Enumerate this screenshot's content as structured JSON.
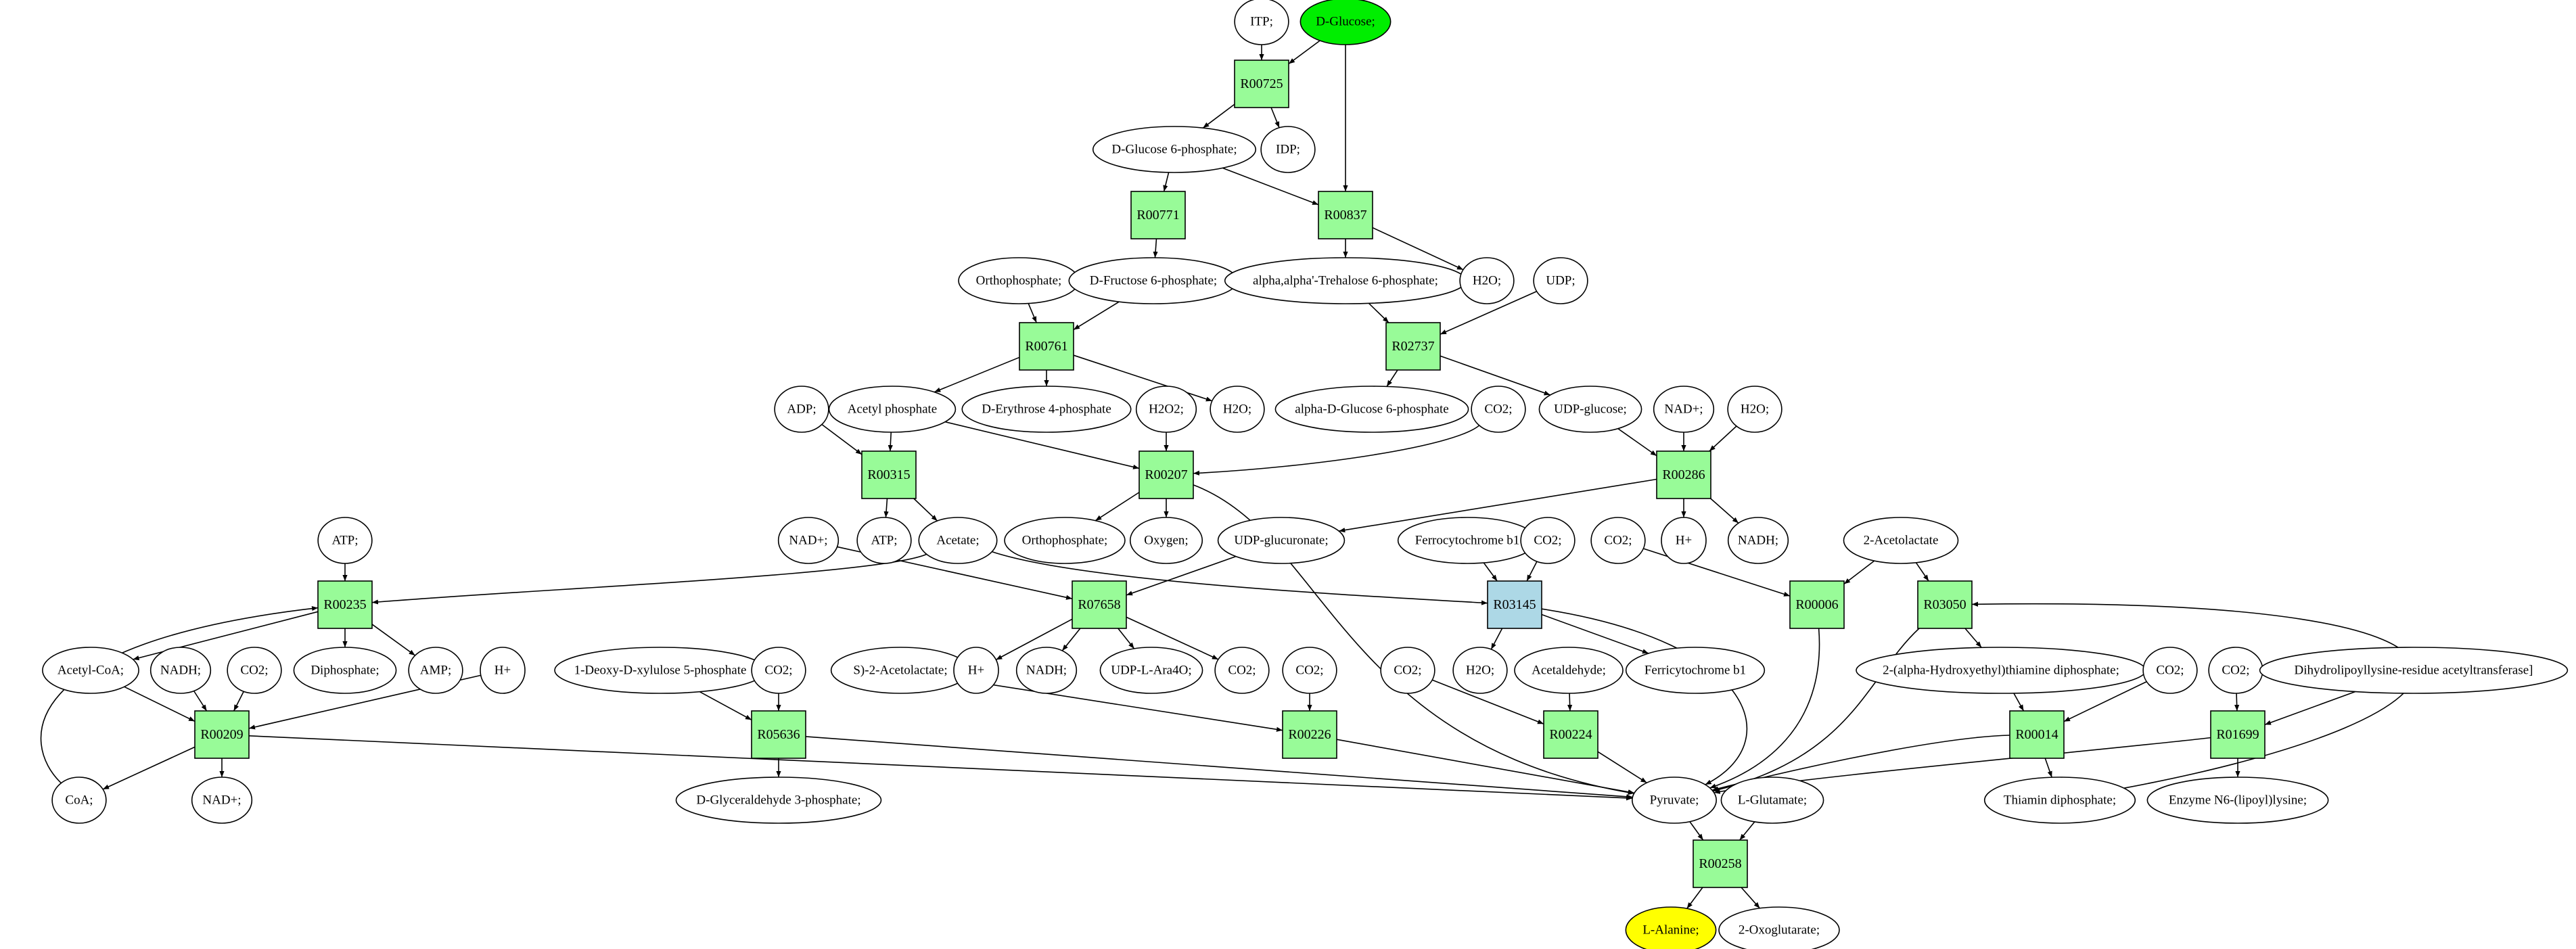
{
  "title": "Metabolic pathway graph: D-Glucose to L-Alanine",
  "colors": {
    "reaction": "#98fb98",
    "reaction_highlight": "#add8e6",
    "source": "#00ee00",
    "target": "#ffff00",
    "compound": "#ffffff",
    "edge": "#000000"
  },
  "reactions": [
    {
      "id": "R00725",
      "label": "R00725",
      "style": "reaction"
    },
    {
      "id": "R00771",
      "label": "R00771",
      "style": "reaction"
    },
    {
      "id": "R00837",
      "label": "R00837",
      "style": "reaction"
    },
    {
      "id": "R00761",
      "label": "R00761",
      "style": "reaction"
    },
    {
      "id": "R02737",
      "label": "R02737",
      "style": "reaction"
    },
    {
      "id": "R00315",
      "label": "R00315",
      "style": "reaction"
    },
    {
      "id": "R00207",
      "label": "R00207",
      "style": "reaction"
    },
    {
      "id": "R00286",
      "label": "R00286",
      "style": "reaction"
    },
    {
      "id": "R00235",
      "label": "R00235",
      "style": "reaction"
    },
    {
      "id": "R07658",
      "label": "R07658",
      "style": "reaction"
    },
    {
      "id": "R03145",
      "label": "R03145",
      "style": "reaction_highlight"
    },
    {
      "id": "R00006",
      "label": "R00006",
      "style": "reaction"
    },
    {
      "id": "R03050",
      "label": "R03050",
      "style": "reaction"
    },
    {
      "id": "R00209",
      "label": "R00209",
      "style": "reaction"
    },
    {
      "id": "R05636",
      "label": "R05636",
      "style": "reaction"
    },
    {
      "id": "R00226",
      "label": "R00226",
      "style": "reaction"
    },
    {
      "id": "R00224",
      "label": "R00224",
      "style": "reaction"
    },
    {
      "id": "R00014",
      "label": "R00014",
      "style": "reaction"
    },
    {
      "id": "R01699",
      "label": "R01699",
      "style": "reaction"
    },
    {
      "id": "R00258",
      "label": "R00258",
      "style": "reaction"
    }
  ],
  "compounds": [
    {
      "id": "itp",
      "label": "ITP;",
      "style": "compound"
    },
    {
      "id": "dglucose",
      "label": "D-Glucose;",
      "style": "source"
    },
    {
      "id": "g6p",
      "label": "D-Glucose 6-phosphate;",
      "style": "compound"
    },
    {
      "id": "idp",
      "label": "IDP;",
      "style": "compound"
    },
    {
      "id": "ortho1",
      "label": "Orthophosphate;",
      "style": "compound"
    },
    {
      "id": "f6p",
      "label": "D-Fructose 6-phosphate;",
      "style": "compound"
    },
    {
      "id": "tre6p",
      "label": "alpha,alpha'-Trehalose 6-phosphate;",
      "style": "compound"
    },
    {
      "id": "h2o_a",
      "label": "H2O;",
      "style": "compound"
    },
    {
      "id": "udp",
      "label": "UDP;",
      "style": "compound"
    },
    {
      "id": "adp",
      "label": "ADP;",
      "style": "compound"
    },
    {
      "id": "acetylp",
      "label": "Acetyl phosphate",
      "style": "compound"
    },
    {
      "id": "e4p",
      "label": "D-Erythrose 4-phosphate",
      "style": "compound"
    },
    {
      "id": "h2o2",
      "label": "H2O2;",
      "style": "compound"
    },
    {
      "id": "h2o_b",
      "label": "H2O;",
      "style": "compound"
    },
    {
      "id": "ag6p",
      "label": "alpha-D-Glucose 6-phosphate",
      "style": "compound"
    },
    {
      "id": "co2_a",
      "label": "CO2;",
      "style": "compound"
    },
    {
      "id": "udpglc",
      "label": "UDP-glucose;",
      "style": "compound"
    },
    {
      "id": "nad_a",
      "label": "NAD+;",
      "style": "compound"
    },
    {
      "id": "h2o_c",
      "label": "H2O;",
      "style": "compound"
    },
    {
      "id": "atp_a",
      "label": "ATP;",
      "style": "compound"
    },
    {
      "id": "nad_b",
      "label": "NAD+;",
      "style": "compound"
    },
    {
      "id": "atp_b",
      "label": "ATP;",
      "style": "compound"
    },
    {
      "id": "acetate",
      "label": "Acetate;",
      "style": "compound"
    },
    {
      "id": "ortho2",
      "label": "Orthophosphate;",
      "style": "compound"
    },
    {
      "id": "oxygen",
      "label": "Oxygen;",
      "style": "compound"
    },
    {
      "id": "udpglcA",
      "label": "UDP-glucuronate;",
      "style": "compound"
    },
    {
      "id": "ferro",
      "label": "Ferrocytochrome b1",
      "style": "compound"
    },
    {
      "id": "co2_b",
      "label": "CO2;",
      "style": "compound"
    },
    {
      "id": "co2_c",
      "label": "CO2;",
      "style": "compound"
    },
    {
      "id": "hplus_a",
      "label": "H+",
      "style": "compound"
    },
    {
      "id": "nadh_a",
      "label": "NADH;",
      "style": "compound"
    },
    {
      "id": "acetolac",
      "label": "2-Acetolactate",
      "style": "compound"
    },
    {
      "id": "acetylcoa",
      "label": "Acetyl-CoA;",
      "style": "compound"
    },
    {
      "id": "nadh_b",
      "label": "NADH;",
      "style": "compound"
    },
    {
      "id": "co2_d",
      "label": "CO2;",
      "style": "compound"
    },
    {
      "id": "diphos",
      "label": "Diphosphate;",
      "style": "compound"
    },
    {
      "id": "amp",
      "label": "AMP;",
      "style": "compound"
    },
    {
      "id": "hplus_b",
      "label": "H+",
      "style": "compound"
    },
    {
      "id": "dxp",
      "label": "1-Deoxy-D-xylulose 5-phosphate",
      "style": "compound"
    },
    {
      "id": "co2_e",
      "label": "CO2;",
      "style": "compound"
    },
    {
      "id": "sacetolac",
      "label": "S)-2-Acetolactate;",
      "style": "compound"
    },
    {
      "id": "hplus_c",
      "label": "H+",
      "style": "compound"
    },
    {
      "id": "nadh_c",
      "label": "NADH;",
      "style": "compound"
    },
    {
      "id": "udpara",
      "label": "UDP-L-Ara4O;",
      "style": "compound"
    },
    {
      "id": "co2_f",
      "label": "CO2;",
      "style": "compound"
    },
    {
      "id": "co2_g",
      "label": "CO2;",
      "style": "compound"
    },
    {
      "id": "co2_h",
      "label": "CO2;",
      "style": "compound"
    },
    {
      "id": "h2o_d",
      "label": "H2O;",
      "style": "compound"
    },
    {
      "id": "acetald",
      "label": "Acetaldehyde;",
      "style": "compound"
    },
    {
      "id": "ferri",
      "label": "Ferricytochrome b1",
      "style": "compound"
    },
    {
      "id": "hethtpp",
      "label": "2-(alpha-Hydroxyethyl)thiamine diphosphate;",
      "style": "compound"
    },
    {
      "id": "co2_i",
      "label": "CO2;",
      "style": "compound"
    },
    {
      "id": "co2_j",
      "label": "CO2;",
      "style": "compound"
    },
    {
      "id": "dihydro",
      "label": "Dihydrolipoyllysine-residue acetyltransferase]",
      "style": "compound"
    },
    {
      "id": "coa",
      "label": "CoA;",
      "style": "compound"
    },
    {
      "id": "nad_c",
      "label": "NAD+;",
      "style": "compound"
    },
    {
      "id": "gap",
      "label": "D-Glyceraldehyde 3-phosphate;",
      "style": "compound"
    },
    {
      "id": "pyruvate",
      "label": "Pyruvate;",
      "style": "compound"
    },
    {
      "id": "glutamate",
      "label": "L-Glutamate;",
      "style": "compound"
    },
    {
      "id": "tpp",
      "label": "Thiamin diphosphate;",
      "style": "compound"
    },
    {
      "id": "lipoyl",
      "label": "Enzyme N6-(lipoyl)lysine;",
      "style": "compound"
    },
    {
      "id": "alanine",
      "label": "L-Alanine;",
      "style": "target"
    },
    {
      "id": "oxoglut",
      "label": "2-Oxoglutarate;",
      "style": "compound"
    }
  ],
  "edges": [
    [
      "itp",
      "R00725"
    ],
    [
      "dglucose",
      "R00725"
    ],
    [
      "R00725",
      "g6p"
    ],
    [
      "R00725",
      "idp"
    ],
    [
      "dglucose",
      "R00837"
    ],
    [
      "g6p",
      "R00771"
    ],
    [
      "g6p",
      "R00837"
    ],
    [
      "R00771",
      "f6p"
    ],
    [
      "R00837",
      "tre6p"
    ],
    [
      "R00837",
      "h2o_a"
    ],
    [
      "ortho1",
      "R00761"
    ],
    [
      "f6p",
      "R00761"
    ],
    [
      "tre6p",
      "R02737"
    ],
    [
      "udp",
      "R02737"
    ],
    [
      "R00761",
      "acetylp"
    ],
    [
      "R00761",
      "e4p"
    ],
    [
      "R00761",
      "h2o_b"
    ],
    [
      "R02737",
      "ag6p"
    ],
    [
      "R02737",
      "udpglc"
    ],
    [
      "adp",
      "R00315"
    ],
    [
      "acetylp",
      "R00315"
    ],
    [
      "acetylp",
      "R00207"
    ],
    [
      "h2o2",
      "R00207"
    ],
    [
      "co2_a",
      "R00207"
    ],
    [
      "udpglc",
      "R00286"
    ],
    [
      "nad_a",
      "R00286"
    ],
    [
      "h2o_c",
      "R00286"
    ],
    [
      "R00315",
      "atp_b"
    ],
    [
      "R00315",
      "acetate"
    ],
    [
      "R00207",
      "ortho2"
    ],
    [
      "R00207",
      "oxygen"
    ],
    [
      "R00207",
      "pyruvate"
    ],
    [
      "R00286",
      "udpglcA"
    ],
    [
      "R00286",
      "hplus_a"
    ],
    [
      "R00286",
      "nadh_a"
    ],
    [
      "atp_a",
      "R00235"
    ],
    [
      "acetate",
      "R00235"
    ],
    [
      "acetate",
      "R03145"
    ],
    [
      "nad_b",
      "R07658"
    ],
    [
      "udpglcA",
      "R07658"
    ],
    [
      "ferro",
      "R03145"
    ],
    [
      "co2_b",
      "R03145"
    ],
    [
      "co2_c",
      "R00006"
    ],
    [
      "acetolac",
      "R00006"
    ],
    [
      "acetolac",
      "R03050"
    ],
    [
      "R00235",
      "acetylcoa"
    ],
    [
      "R00235",
      "diphos"
    ],
    [
      "R00235",
      "amp"
    ],
    [
      "R07658",
      "hplus_c"
    ],
    [
      "R07658",
      "nadh_c"
    ],
    [
      "R07658",
      "udpara"
    ],
    [
      "R07658",
      "co2_f"
    ],
    [
      "R03145",
      "h2o_d"
    ],
    [
      "R03145",
      "ferri"
    ],
    [
      "R03145",
      "pyruvate"
    ],
    [
      "R00006",
      "pyruvate"
    ],
    [
      "R03050",
      "hethtpp"
    ],
    [
      "R03050",
      "pyruvate"
    ],
    [
      "acetylcoa",
      "R00209"
    ],
    [
      "nadh_b",
      "R00209"
    ],
    [
      "co2_d",
      "R00209"
    ],
    [
      "hplus_b",
      "R00209"
    ],
    [
      "dxp",
      "R05636"
    ],
    [
      "co2_e",
      "R05636"
    ],
    [
      "sacetolac",
      "R00226"
    ],
    [
      "co2_g",
      "R00226"
    ],
    [
      "co2_h",
      "R00224"
    ],
    [
      "acetald",
      "R00224"
    ],
    [
      "hethtpp",
      "R00014"
    ],
    [
      "co2_i",
      "R00014"
    ],
    [
      "co2_j",
      "R01699"
    ],
    [
      "dihydro",
      "R01699"
    ],
    [
      "R00209",
      "coa"
    ],
    [
      "R00209",
      "nad_c"
    ],
    [
      "R00209",
      "pyruvate"
    ],
    [
      "coa",
      "R00235"
    ],
    [
      "R05636",
      "gap"
    ],
    [
      "R05636",
      "pyruvate"
    ],
    [
      "R00226",
      "pyruvate"
    ],
    [
      "R00224",
      "pyruvate"
    ],
    [
      "R00014",
      "pyruvate"
    ],
    [
      "R00014",
      "tpp"
    ],
    [
      "R01699",
      "pyruvate"
    ],
    [
      "R01699",
      "lipoyl"
    ],
    [
      "tpp",
      "R03050"
    ],
    [
      "pyruvate",
      "R00258"
    ],
    [
      "glutamate",
      "R00258"
    ],
    [
      "R00258",
      "alanine"
    ],
    [
      "R00258",
      "oxoglut"
    ]
  ]
}
